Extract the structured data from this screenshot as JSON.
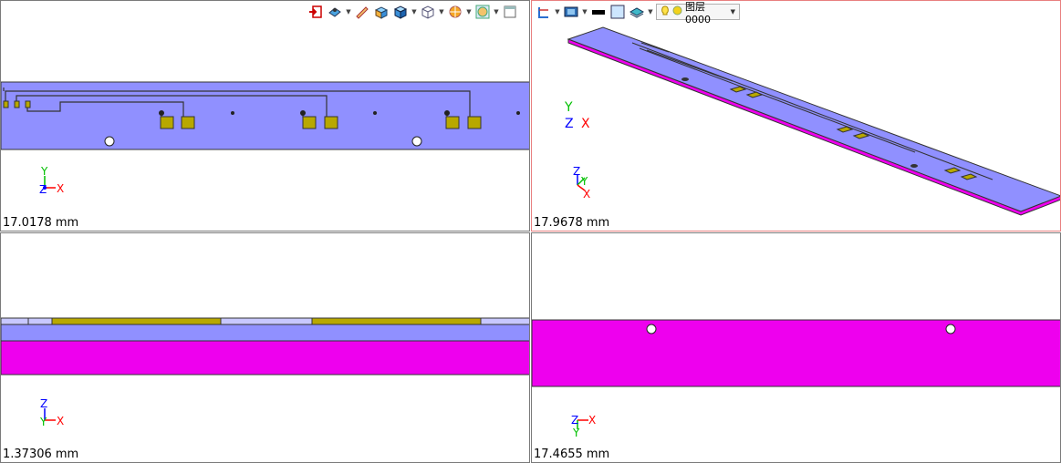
{
  "viewports": [
    {
      "name": "top-view",
      "scale_label": "17.0178 mm",
      "axes": [
        "Y",
        "Z",
        "X"
      ]
    },
    {
      "name": "iso-view",
      "scale_label": "17.9678 mm",
      "axes": [
        "Y",
        "Z",
        "X"
      ]
    },
    {
      "name": "front-view",
      "scale_label": "1.37306 mm",
      "axes": [
        "Z",
        "Y",
        "X"
      ]
    },
    {
      "name": "side-view",
      "scale_label": "17.4655 mm",
      "axes": [
        "Z",
        "Y",
        "X"
      ]
    }
  ],
  "toolbar": {
    "left_icons": [
      "exit-icon",
      "view-orient-icon",
      "ruler-icon",
      "shaded-box-icon",
      "cube-blue-icon",
      "wireframe-cube-icon",
      "render-sphere-icon",
      "appearance-icon",
      "window-icon"
    ],
    "right_icons": [
      "section-view-icon",
      "display-mode-icon",
      "line-weight-icon",
      "background-color-icon",
      "layer-display-icon"
    ],
    "layer": {
      "name": "图层0000",
      "light_icon": "bulb-icon",
      "color_icon": "yellow-dot-icon"
    }
  },
  "colors": {
    "board": "#9090ff",
    "substrate": "#ee00ee",
    "pad": "#b8a800",
    "trace": "#333333",
    "axis_x": "#ff0000",
    "axis_y": "#00c000",
    "axis_z": "#0000ff",
    "active_border": "#e88080"
  }
}
